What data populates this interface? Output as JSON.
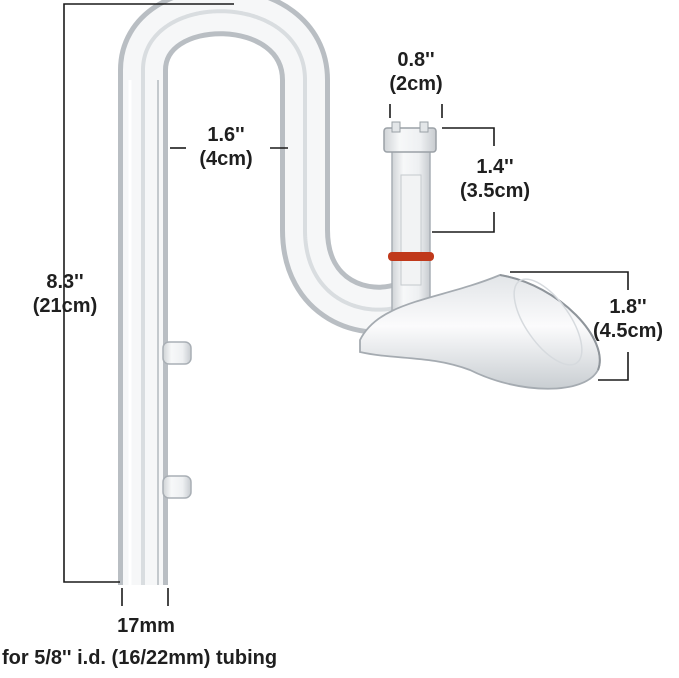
{
  "figure": {
    "kind": "product-photo",
    "subject": "glass lily pipe outflow with surface skimmer",
    "accent_color": "#c0391b",
    "line_color": "#1a1a1a"
  },
  "dimensions": {
    "height": {
      "imperial": "8.3''",
      "metric": "(21cm)"
    },
    "bend_width": {
      "imperial": "1.6''",
      "metric": "(4cm)"
    },
    "skimmer_top": {
      "imperial": "0.8''",
      "metric": "(2cm)"
    },
    "skimmer_length": {
      "imperial": "1.4''",
      "metric": "(3.5cm)"
    },
    "outlet": {
      "imperial": "1.8''",
      "metric": "(4.5cm)"
    },
    "tube_diameter": "17mm"
  },
  "caption": "for 5/8'' i.d. (16/22mm) tubing"
}
